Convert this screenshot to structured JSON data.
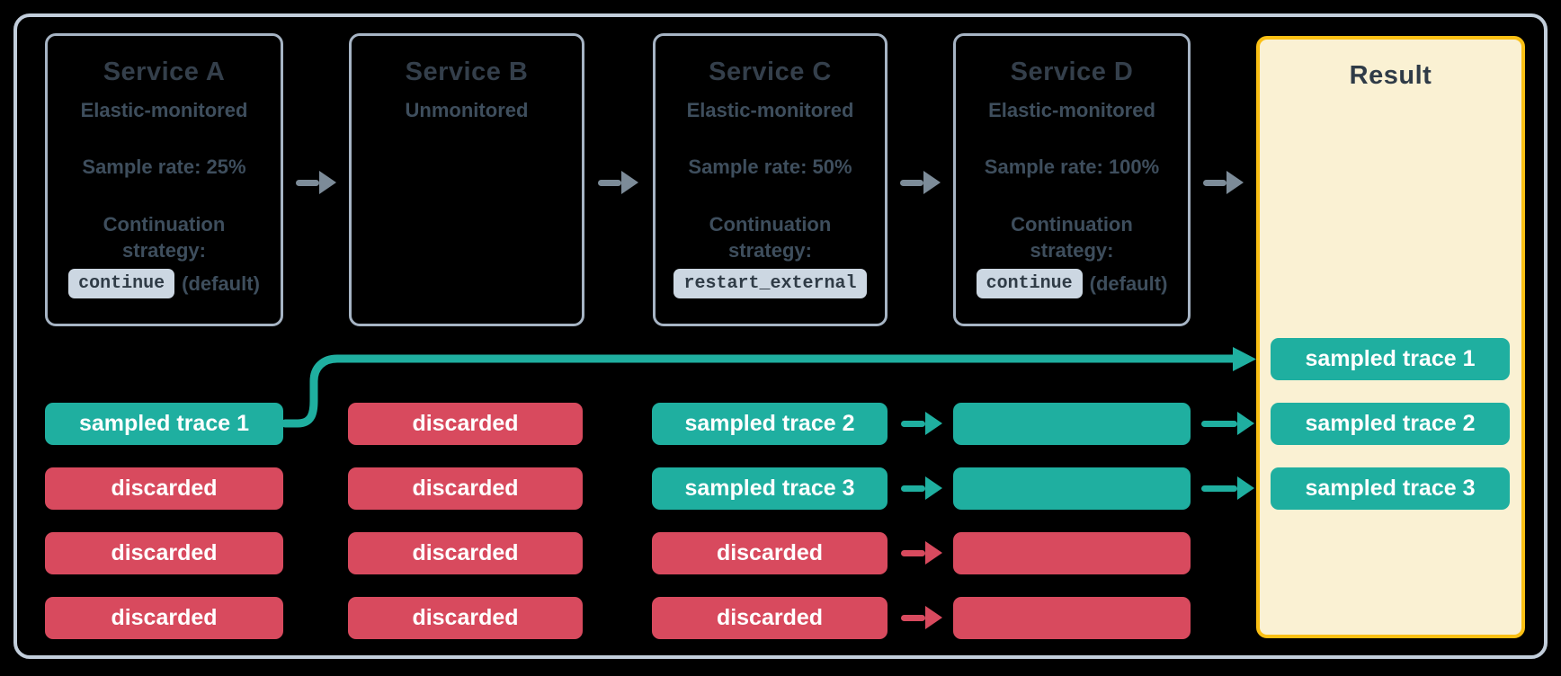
{
  "diagram": {
    "services": [
      {
        "title": "Service A",
        "subtitle": "Elastic-monitored",
        "sample_rate": "Sample rate: 25%",
        "continuation_label": "Continuation strategy:",
        "chip": "continue",
        "chip_suffix": "(default)"
      },
      {
        "title": "Service B",
        "subtitle": "Unmonitored"
      },
      {
        "title": "Service C",
        "subtitle": "Elastic-monitored",
        "sample_rate": "Sample rate: 50%",
        "continuation_label": "Continuation strategy:",
        "chip": "restart_external",
        "chip_suffix": ""
      },
      {
        "title": "Service D",
        "subtitle": "Elastic-monitored",
        "sample_rate": "Sample rate: 100%",
        "continuation_label": "Continuation strategy:",
        "chip": "continue",
        "chip_suffix": "(default)"
      }
    ],
    "result": {
      "title": "Result",
      "pills": [
        {
          "label": "sampled trace 1",
          "status": "sampled"
        },
        {
          "label": "sampled trace 2",
          "status": "sampled"
        },
        {
          "label": "sampled trace 3",
          "status": "sampled"
        }
      ]
    },
    "trace_columns": [
      {
        "service": "Service A",
        "pills": [
          {
            "label": "sampled trace 1",
            "status": "sampled"
          },
          {
            "label": "discarded",
            "status": "discarded"
          },
          {
            "label": "discarded",
            "status": "discarded"
          },
          {
            "label": "discarded",
            "status": "discarded"
          }
        ]
      },
      {
        "service": "Service B",
        "pills": [
          {
            "label": "discarded",
            "status": "discarded"
          },
          {
            "label": "discarded",
            "status": "discarded"
          },
          {
            "label": "discarded",
            "status": "discarded"
          },
          {
            "label": "discarded",
            "status": "discarded"
          }
        ]
      },
      {
        "service": "Service C",
        "pills": [
          {
            "label": "sampled trace 2",
            "status": "sampled"
          },
          {
            "label": "sampled trace 3",
            "status": "sampled"
          },
          {
            "label": "discarded",
            "status": "discarded"
          },
          {
            "label": "discarded",
            "status": "discarded"
          }
        ]
      },
      {
        "service": "Service D",
        "pills": [
          {
            "label": "",
            "status": "sampled"
          },
          {
            "label": "",
            "status": "sampled"
          },
          {
            "label": "",
            "status": "discarded"
          },
          {
            "label": "",
            "status": "discarded"
          }
        ]
      }
    ],
    "colors": {
      "sampled_teal": "#1fafa0",
      "discarded_red": "#d84a5e",
      "result_background": "#faf1d3",
      "result_border": "#fbc014",
      "service_box_border": "#a6b4c4",
      "outer_frame_border": "#c2cedb",
      "flow_arrow_gray": "#7c8b98",
      "chip_background": "#ccd7e2",
      "title_text": "#343f4b",
      "body_text": "#3e4e5d"
    }
  }
}
